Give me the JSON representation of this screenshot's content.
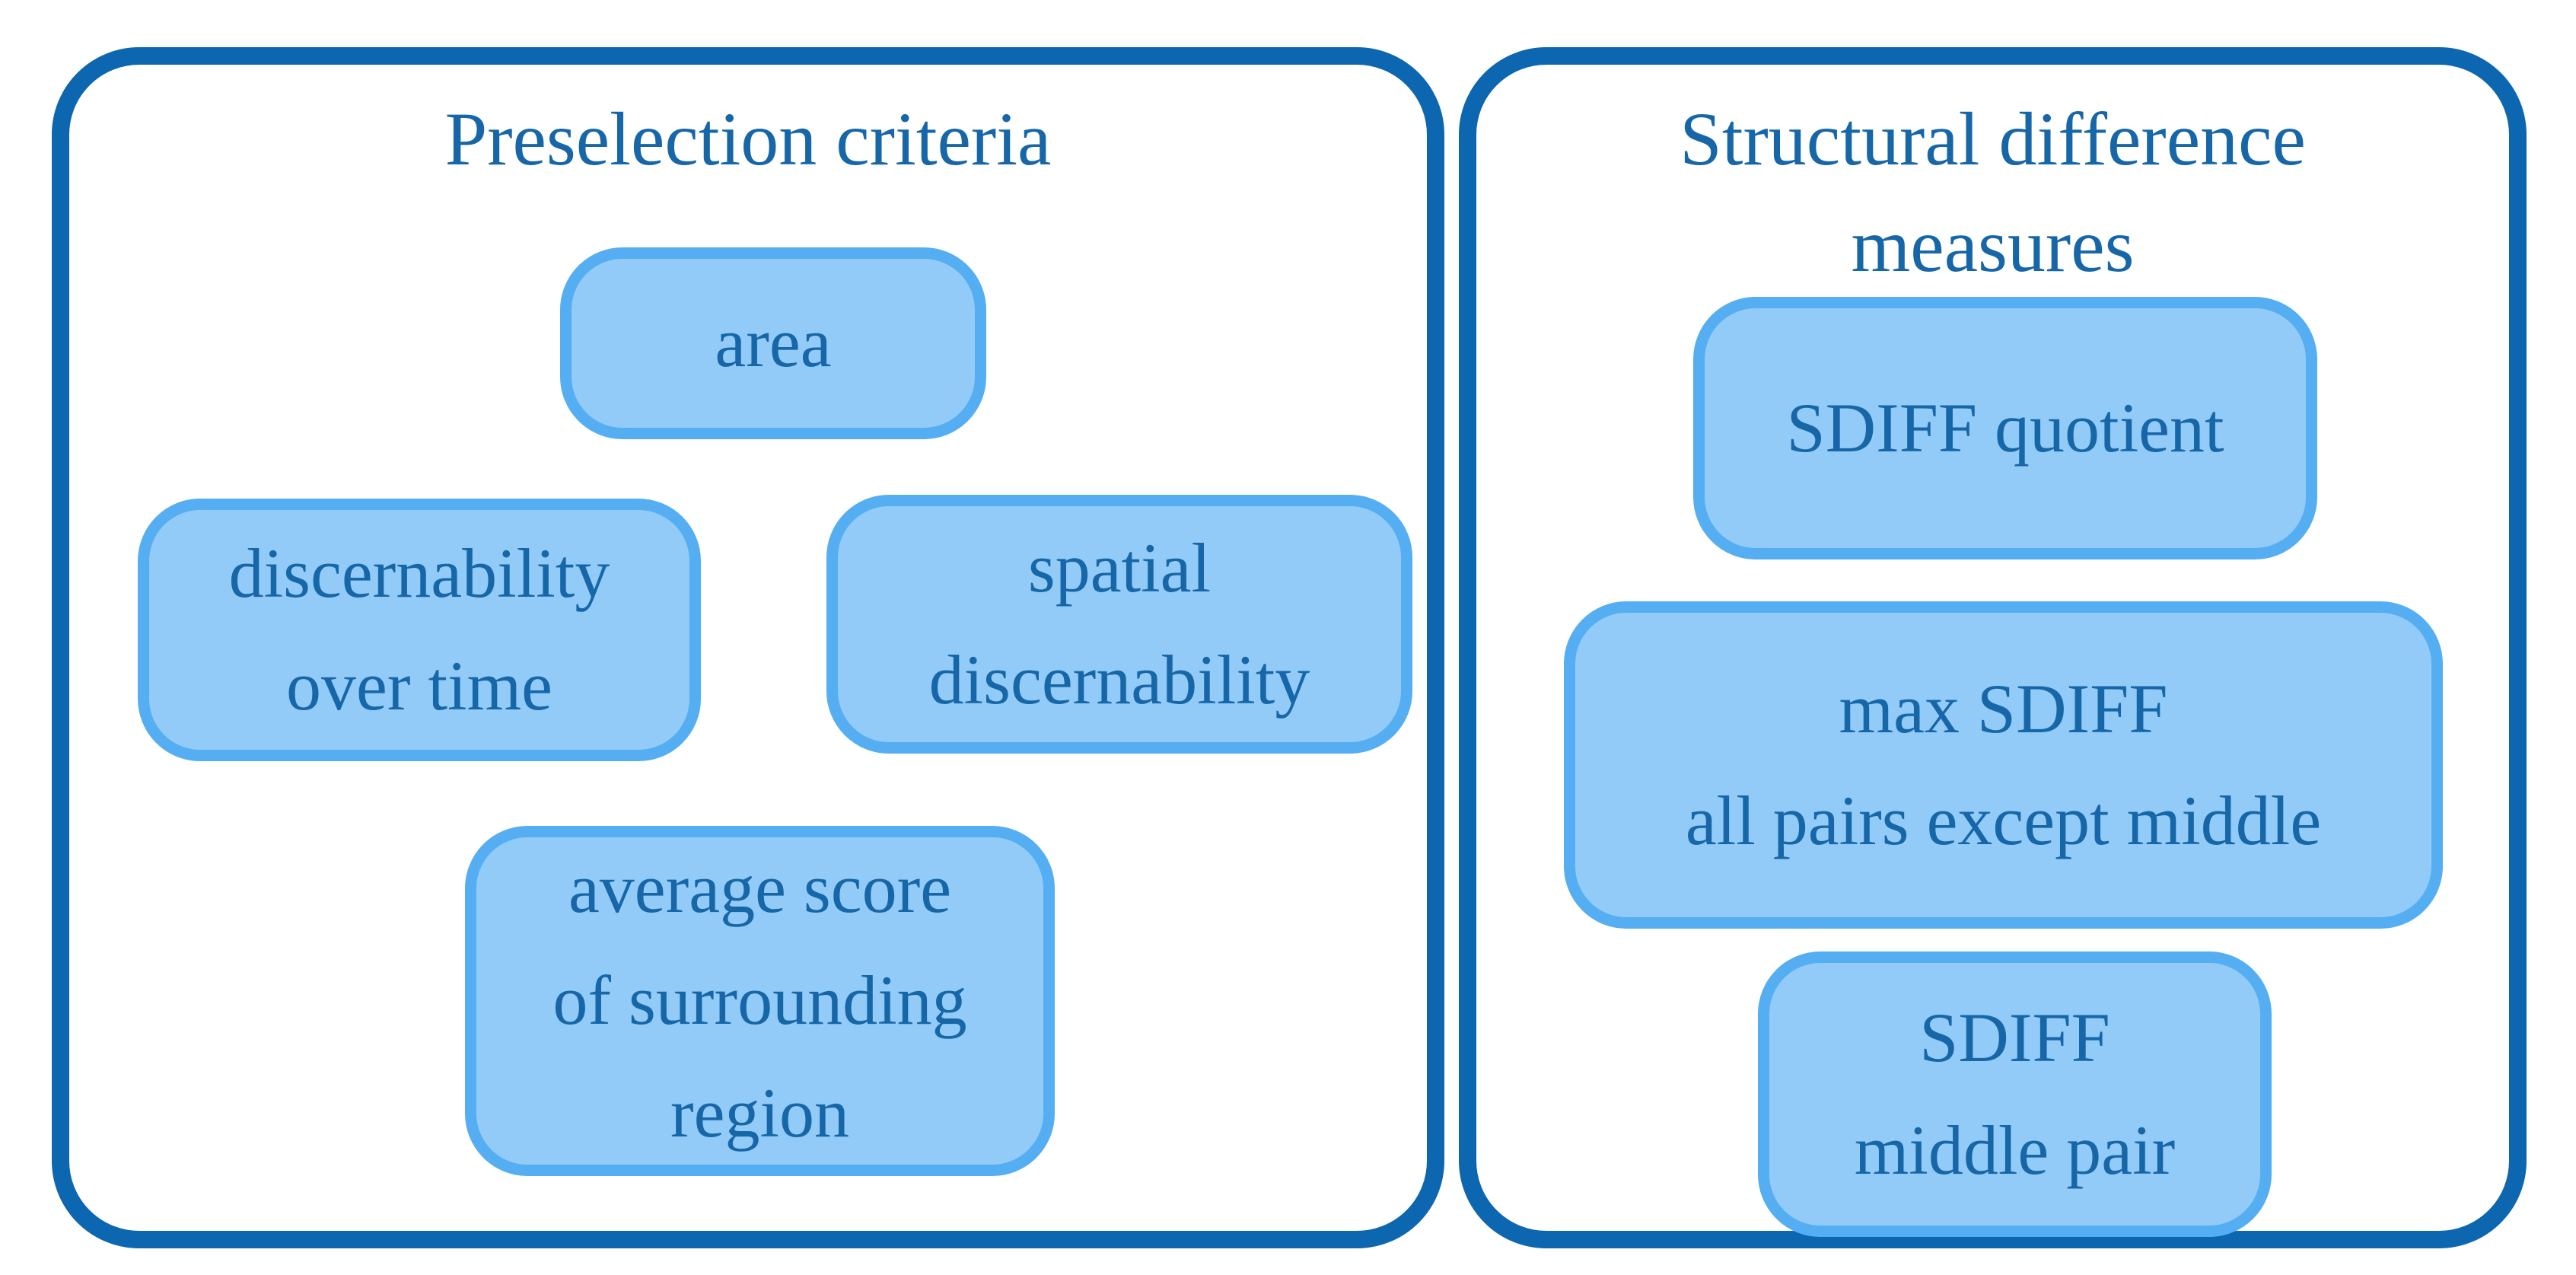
{
  "colors": {
    "panel_border": "#0d66b0",
    "box_border": "#55aef2",
    "box_fill": "#92cbf8",
    "text": "#1767a8"
  },
  "panels": [
    {
      "id": "preselection-criteria",
      "title": "Preselection criteria",
      "boxes": [
        {
          "label": "area"
        },
        {
          "label": "discernability\nover time"
        },
        {
          "label": "spatial\ndiscernability"
        },
        {
          "label": "average score\nof surrounding\nregion"
        }
      ]
    },
    {
      "id": "structural-difference-measures",
      "title": "Structural difference\nmeasures",
      "boxes": [
        {
          "label": "SDIFF quotient"
        },
        {
          "label": "max SDIFF\nall pairs except middle"
        },
        {
          "label": "SDIFF\nmiddle pair"
        }
      ]
    }
  ]
}
